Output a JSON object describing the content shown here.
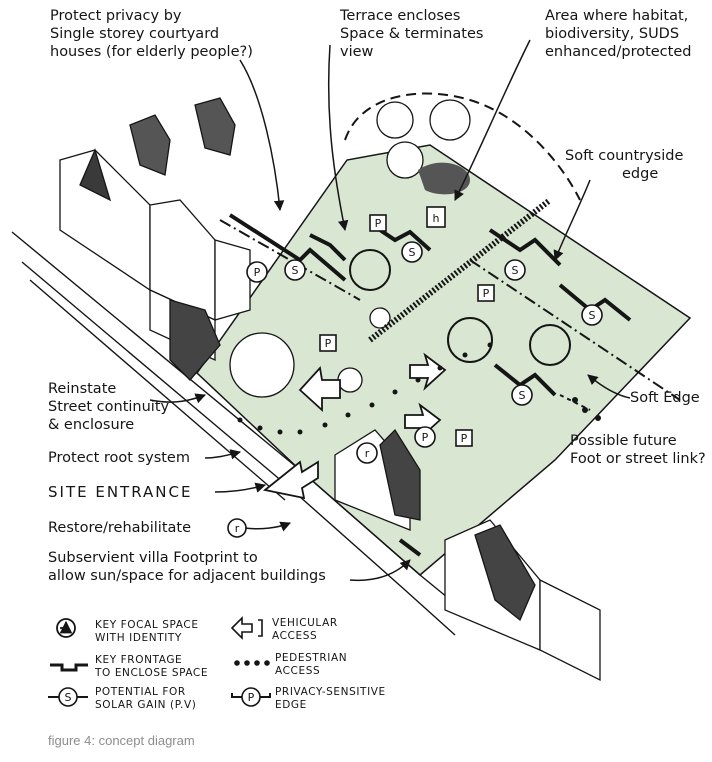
{
  "annotations": {
    "protect_privacy_1": "Protect privacy by",
    "protect_privacy_2": "Single storey courtyard",
    "protect_privacy_3": "houses (for elderly people?)",
    "terrace_1": "Terrace encloses",
    "terrace_2": "Space & terminates",
    "terrace_3": "view",
    "habitat_1": "Area where habitat,",
    "habitat_2": "biodiversity, SUDS",
    "habitat_3": "enhanced/protected",
    "countryside_1": "Soft countryside",
    "countryside_2": "edge",
    "soft_edge": "Soft Edge",
    "future_link_1": "Possible future",
    "future_link_2": "Foot or street link?",
    "reinstate_1": "Reinstate",
    "reinstate_2": "Street continuity",
    "reinstate_3": "& enclosure",
    "root_system": "Protect root system",
    "site_entrance": "SITE ENTRANCE",
    "restore": "Restore/rehabilitate",
    "villa_1": "Subservient villa Footprint to",
    "villa_2": "allow sun/space for adjacent buildings"
  },
  "map_labels": {
    "p": "P",
    "s": "S",
    "r": "r",
    "h": "h"
  },
  "legend": {
    "focal_1": "KEY FOCAL SPACE",
    "focal_2": "WITH IDENTITY",
    "frontage_1": "KEY FRONTAGE",
    "frontage_2": "TO ENCLOSE SPACE",
    "solar_1": "POTENTIAL FOR",
    "solar_2": "SOLAR GAIN (P.V)",
    "vehicular_1": "VEHICULAR",
    "vehicular_2": "ACCESS",
    "pedestrian_1": "PEDESTRIAN",
    "pedestrian_2": "ACCESS",
    "privacy_1": "PRIVACY-SENSITIVE",
    "privacy_2": "EDGE"
  },
  "caption": "figure 4: concept diagram",
  "colors": {
    "site_fill": "#d8e6d2",
    "ink": "#151515",
    "caption": "#8d8d8d"
  }
}
